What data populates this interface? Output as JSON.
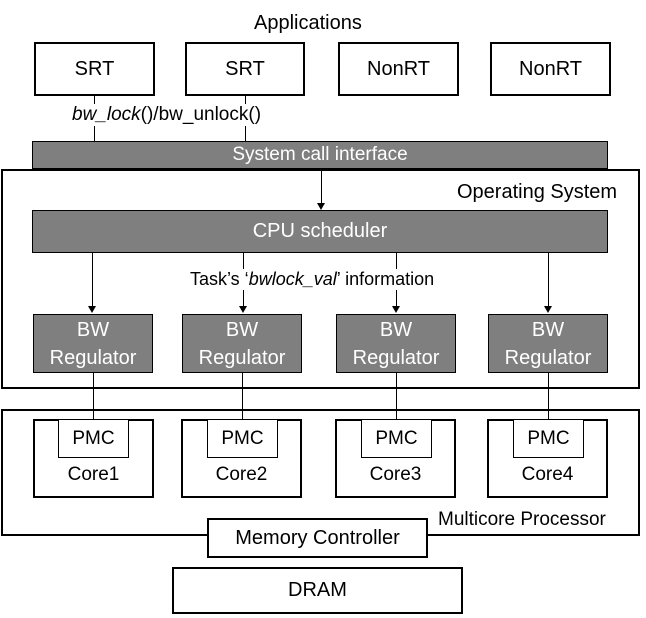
{
  "applications": {
    "title": "Applications",
    "items": [
      "SRT",
      "SRT",
      "NonRT",
      "NonRT"
    ]
  },
  "api_label": {
    "part1_italic": "bw_lock",
    "part2": "()/bw_unlock()"
  },
  "syscall_label": "System call interface",
  "os_label": "Operating System",
  "scheduler_label": "CPU scheduler",
  "task_info": {
    "prefix": "Task’s ‘",
    "italic": "bwlock_val",
    "suffix": "’ information"
  },
  "regulators": [
    {
      "line1": "BW",
      "line2": "Regulator"
    },
    {
      "line1": "BW",
      "line2": "Regulator"
    },
    {
      "line1": "BW",
      "line2": "Regulator"
    },
    {
      "line1": "BW",
      "line2": "Regulator"
    }
  ],
  "cores": [
    {
      "pmc": "PMC",
      "name": "Core1"
    },
    {
      "pmc": "PMC",
      "name": "Core2"
    },
    {
      "pmc": "PMC",
      "name": "Core3"
    },
    {
      "pmc": "PMC",
      "name": "Core4"
    }
  ],
  "processor_label": "Multicore Processor",
  "memory_controller_label": "Memory Controller",
  "dram_label": "DRAM"
}
